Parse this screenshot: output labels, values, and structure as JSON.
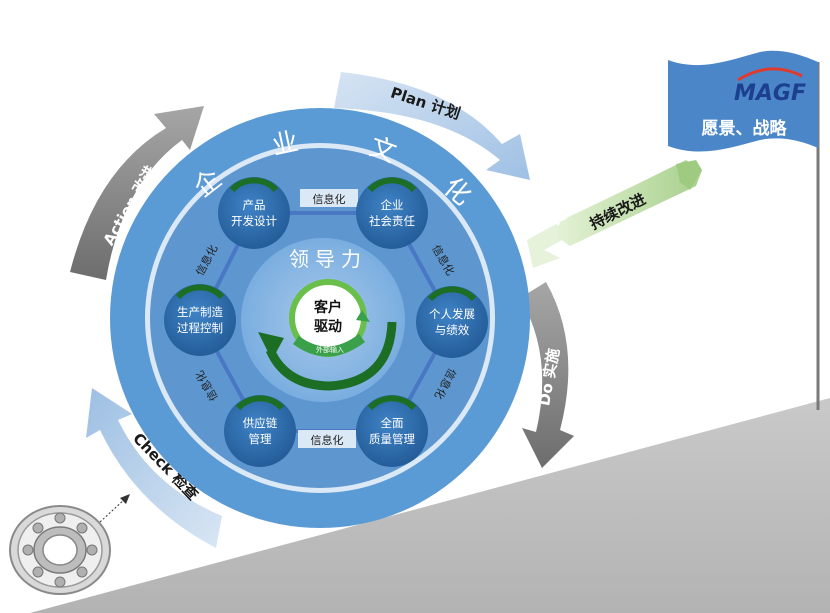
{
  "ring": {
    "chars": [
      "企",
      "业",
      "文",
      "化"
    ]
  },
  "arrows": {
    "plan": "Plan 计划",
    "do": "Do 实施",
    "check": "Check 检查",
    "action": "Action 改进",
    "continuous": "持续改进"
  },
  "center": {
    "leadership": "领导力",
    "core_line1": "客户",
    "core_line2": "驱动",
    "core_small": "外部输入"
  },
  "nodes": [
    {
      "id": "product",
      "line1": "产品",
      "line2": "开发设计"
    },
    {
      "id": "csr",
      "line1": "企业",
      "line2": "社会责任"
    },
    {
      "id": "personal",
      "line1": "个人发展",
      "line2": "与绩效"
    },
    {
      "id": "quality",
      "line1": "全面",
      "line2": "质量管理"
    },
    {
      "id": "supply",
      "line1": "供应链",
      "line2": "管理"
    },
    {
      "id": "production",
      "line1": "生产制造",
      "line2": "过程控制"
    }
  ],
  "connectors": [
    "信息化",
    "信息化",
    "信息化",
    "信息化",
    "信息化",
    "信息化"
  ],
  "flag": {
    "logo": "MAGF",
    "text": "愿景、战略"
  },
  "colors": {
    "ring_blue": "#5b9bd5",
    "node_blue": "#2e6fb0",
    "accent_green": "#1b6e24",
    "plan_arrow": "#bcd3ec",
    "gray_arrow": "#8c8c8c",
    "slope": "#bfbfbf",
    "flag": "#4a86c8"
  }
}
